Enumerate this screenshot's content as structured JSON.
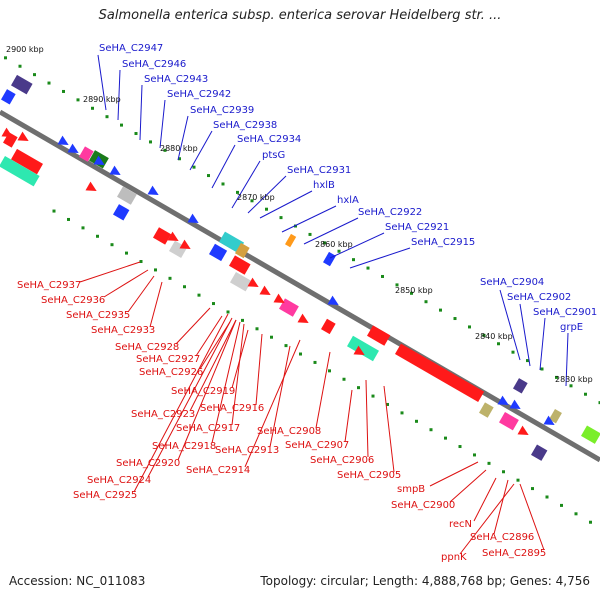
{
  "header": {
    "title": "Salmonella enterica subsp. enterica serovar Heidelberg str. ..."
  },
  "footer": {
    "accession": "Accession: NC_011083",
    "stats": "Topology: circular; Length: 4,888,768 bp; Genes: 4,756"
  },
  "colors": {
    "backbone": "#8a8a8a",
    "forward_label": "#1a1acc",
    "reverse_label": "#dd1111",
    "tick": "#1a8a1a"
  },
  "kbp_labels": [
    "2900 kbp",
    "2890 kbp",
    "2880 kbp",
    "2870 kbp",
    "2860 kbp",
    "2850 kbp",
    "2840 kbp",
    "2830 kbp"
  ],
  "forward_labels": [
    "SeHA_C2947",
    "SeHA_C2946",
    "SeHA_C2943",
    "SeHA_C2942",
    "SeHA_C2939",
    "SeHA_C2938",
    "SeHA_C2934",
    "ptsG",
    "SeHA_C2931",
    "hxlB",
    "hxlA",
    "SeHA_C2922",
    "SeHA_C2921",
    "SeHA_C2915",
    "SeHA_C2904",
    "SeHA_C2902",
    "SeHA_C2901",
    "grpE"
  ],
  "reverse_labels": [
    "SeHA_C2937",
    "SeHA_C2936",
    "SeHA_C2935",
    "SeHA_C2933",
    "SeHA_C2928",
    "SeHA_C2927",
    "SeHA_C2926",
    "SeHA_C2919",
    "SeHA_C2923",
    "SeHA_C2916",
    "SeHA_C2917",
    "SeHA_C2918",
    "SeHA_C2920",
    "SeHA_C2924",
    "SeHA_C2925",
    "SeHA_C2914",
    "SeHA_C2913",
    "SeHA_C2908",
    "SeHA_C2907",
    "SeHA_C2906",
    "SeHA_C2905",
    "smpB",
    "SeHA_C2900",
    "recN",
    "SeHA_C2896",
    "ppnK",
    "SeHA_C2895"
  ]
}
